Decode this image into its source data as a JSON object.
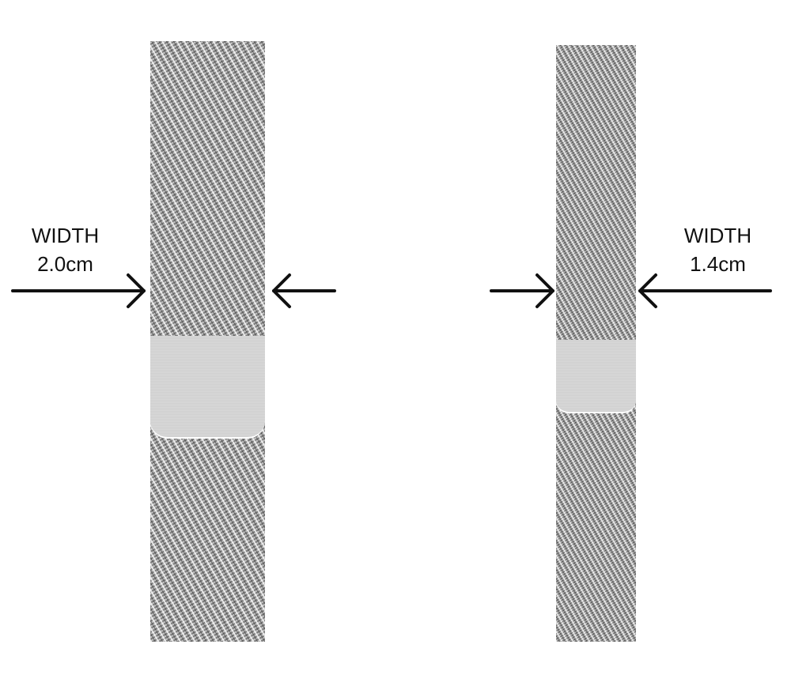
{
  "left_band": {
    "width_label": "WIDTH",
    "width_value": "2.0cm"
  },
  "right_band": {
    "width_label": "WIDTH",
    "width_value": "1.4cm"
  },
  "colors": {
    "arrow": "#111111",
    "mesh": "#9a9a9a",
    "clasp": "#d2d2d2"
  }
}
